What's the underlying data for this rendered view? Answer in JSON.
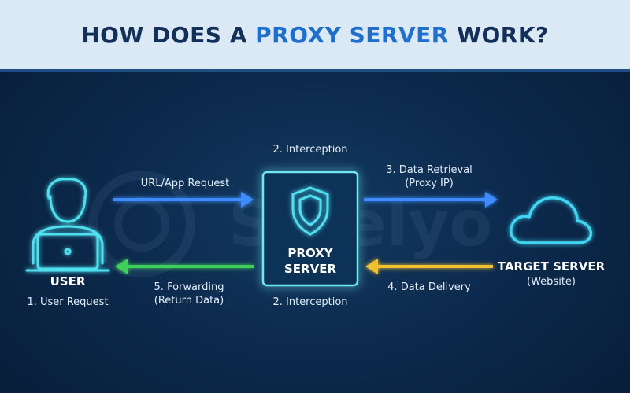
{
  "header": {
    "title_prefix": "HOW DOES A",
    "title_highlight": "PROXY SERVER",
    "title_suffix": "WORK?"
  },
  "nodes": {
    "user": {
      "name": "USER",
      "caption": "1. User Request"
    },
    "proxy": {
      "line1": "PROXY",
      "line2": "SERVER"
    },
    "target": {
      "name": "TARGET SERVER",
      "caption": "(Website)"
    }
  },
  "labels": {
    "interception_top": "2. Interception",
    "interception_bottom": "2. Interception",
    "request": "URL/App Request",
    "retrieval_line1": "3. Data Retrieval",
    "retrieval_line2": "(Proxy IP)",
    "delivery": "4. Data Delivery",
    "forwarding_line1": "5. Forwarding",
    "forwarding_line2": "(Return Data)"
  },
  "watermark": "Safelyo",
  "colors": {
    "request_arrow": "#3d8cff",
    "retrieval_arrow": "#3d8cff",
    "delivery_arrow": "#f2c12e",
    "forwarding_arrow": "#3fcf5a",
    "icon_cyan": "#4fe0f0",
    "cloud_cyan": "#3fd6f2"
  }
}
